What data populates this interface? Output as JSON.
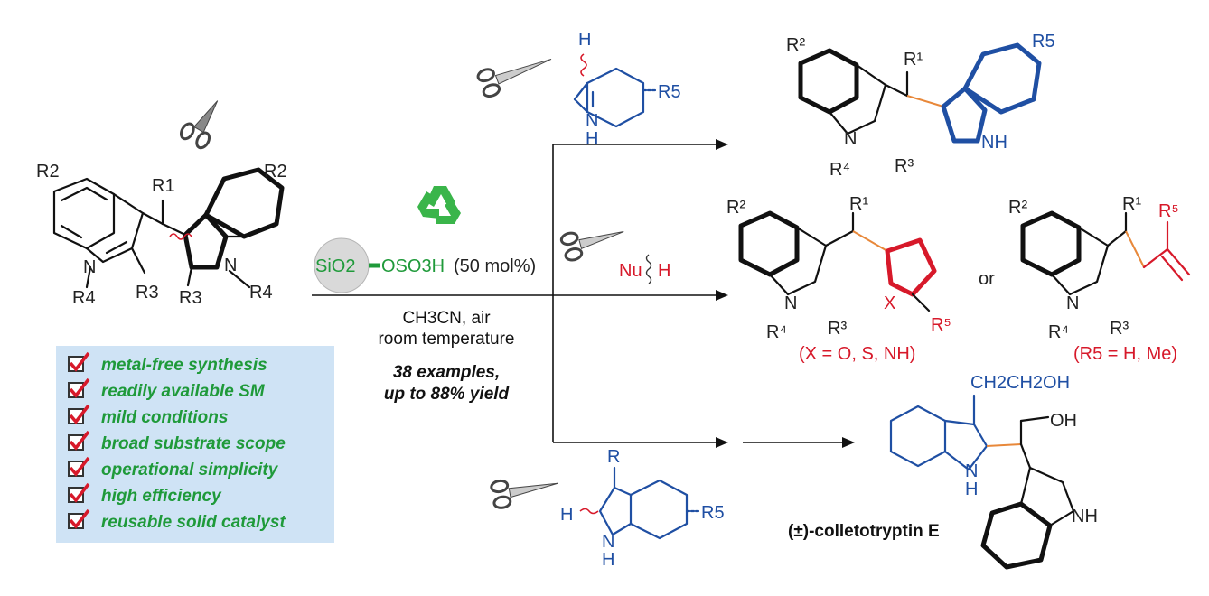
{
  "starting_material": {
    "substituents": [
      "R2",
      "R1",
      "R2",
      "R4",
      "R3",
      "R3",
      "R4"
    ]
  },
  "catalyst": {
    "support": "SiO2",
    "group": "OSO3H",
    "loading": "(50 mol%)"
  },
  "conditions": {
    "line1": "CH3CN, air",
    "line2": "room temperature",
    "line3": "38 examples,",
    "line4": "up to 88% yield"
  },
  "features": {
    "items": [
      "metal-free synthesis",
      "readily available SM",
      "mild conditions",
      "broad substrate scope",
      "operational simplicity",
      "high efficiency",
      "reusable solid catalyst"
    ]
  },
  "reagents": {
    "indole_top": {
      "h": "H",
      "nh": "N",
      "nh_h": "H",
      "r5": "R5"
    },
    "nucleophile": {
      "nu": "Nu",
      "h": "H"
    },
    "indole_bottom": {
      "r": "R",
      "h": "H",
      "nh": "N",
      "nh_h": "H",
      "r5": "R5"
    }
  },
  "products": {
    "top": {
      "note": "R5"
    },
    "middle_left": {
      "condition": "(X = O, S, NH)",
      "x": "X"
    },
    "or": "or",
    "middle_right": {
      "condition": "(R5 = H, Me)"
    },
    "natural_product": {
      "name": "(±)-colletotryptin E",
      "sub1": "CH2CH2OH",
      "sub2": "OH"
    }
  },
  "colors": {
    "accent_blue": "#1f4fa3",
    "accent_red": "#d7192a",
    "accent_green": "#1f9a3a",
    "bond_orange": "#e8883a",
    "panel": "#cfe3f5"
  },
  "icons": [
    "scissors-icon",
    "recycle-icon",
    "checkbox-icon"
  ]
}
